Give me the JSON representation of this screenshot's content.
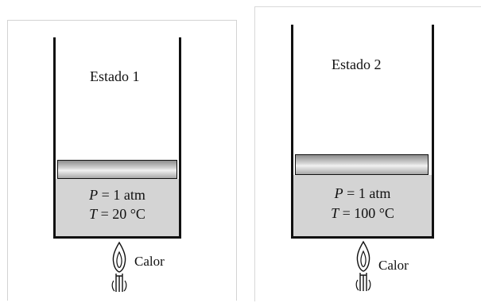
{
  "states": [
    {
      "title": "Estado 1",
      "pressure_symbol": "P",
      "pressure_value": " = 1 atm",
      "temperature_symbol": "T",
      "temperature_value": " = 20 °C",
      "heat_label": "Calor"
    },
    {
      "title": "Estado 2",
      "pressure_symbol": "P",
      "pressure_value": " = 1 atm",
      "temperature_symbol": "T",
      "temperature_value": " = 100 °C",
      "heat_label": "Calor"
    }
  ],
  "colors": {
    "wall": "#111111",
    "gas": "#d4d4d4",
    "piston_light": "#f2f2f2",
    "piston_dark": "#8c8c8c",
    "panel_border": "#d3d3d3"
  }
}
